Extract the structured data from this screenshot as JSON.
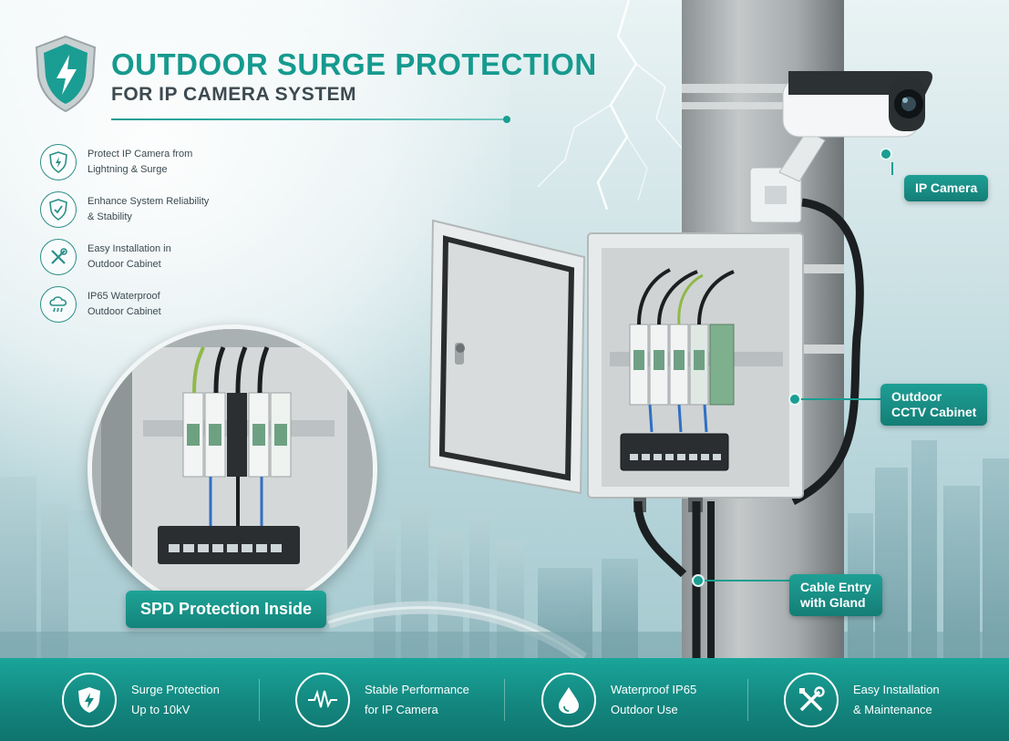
{
  "header": {
    "title": "OUTDOOR SURGE PROTECTION",
    "subtitle": "FOR IP CAMERA SYSTEM"
  },
  "features": [
    {
      "icon": "shield-lightning-icon",
      "text": "Protect IP Camera from\nLightning & Surge"
    },
    {
      "icon": "shield-check-icon",
      "text": "Enhance System Reliability\n& Stability"
    },
    {
      "icon": "tools-icon",
      "text": "Easy Installation in\nOutdoor Cabinet"
    },
    {
      "icon": "rain-cloud-icon",
      "text": "IP65 Waterproof\nOutdoor Cabinet"
    }
  ],
  "callouts": {
    "camera": "IP Camera",
    "cabinet": "Outdoor\nCCTV Cabinet",
    "cable": "Cable Entry\nwith Gland",
    "spd": "SPD Protection Inside"
  },
  "bottom_bar": [
    {
      "icon": "shield-lightning-icon",
      "text": "Surge Protection\nUp to 10kV"
    },
    {
      "icon": "waveform-icon",
      "text": "Stable Performance\nfor IP Camera"
    },
    {
      "icon": "water-drop-icon",
      "text": "Waterproof IP65\nOutdoor Use"
    },
    {
      "icon": "tools-icon",
      "text": "Easy Installation\n& Maintenance"
    }
  ],
  "colors": {
    "accent": "#1a9d92",
    "title": "#169a8f",
    "subtitle": "#3d4a50",
    "bar": "#13877f"
  }
}
